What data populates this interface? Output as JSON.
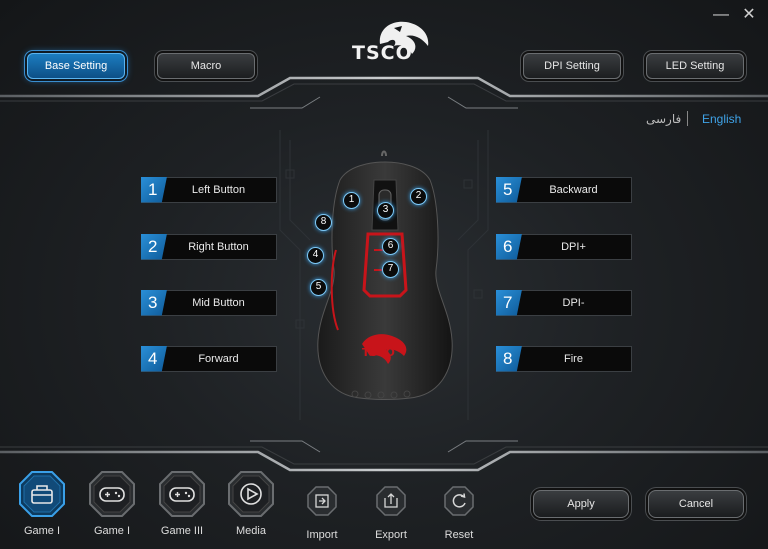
{
  "window": {
    "minimize_label": "—",
    "close_label": "✕"
  },
  "brand": {
    "logo_text": "TSCO"
  },
  "top_nav": [
    {
      "label": "Base Setting",
      "active": true
    },
    {
      "label": "Macro",
      "active": false
    },
    {
      "label": "DPI Setting",
      "active": false
    },
    {
      "label": "LED Setting",
      "active": false
    }
  ],
  "language": {
    "persian": "فارسی",
    "english": "English",
    "selected": "English"
  },
  "buttons_left": [
    {
      "number": "1",
      "label": "Left Button"
    },
    {
      "number": "2",
      "label": "Right Button"
    },
    {
      "number": "3",
      "label": "Mid Button"
    },
    {
      "number": "4",
      "label": "Forward"
    }
  ],
  "buttons_right": [
    {
      "number": "5",
      "label": "Backward"
    },
    {
      "number": "6",
      "label": "DPI+"
    },
    {
      "number": "7",
      "label": "DPI-"
    },
    {
      "number": "8",
      "label": "Fire"
    }
  ],
  "mouse_hotspots": [
    "1",
    "2",
    "3",
    "4",
    "5",
    "6",
    "7",
    "8"
  ],
  "profiles": [
    {
      "label": "Game I",
      "icon": "toolbox-icon",
      "active": true
    },
    {
      "label": "Game I",
      "icon": "gamepad-icon",
      "active": false
    },
    {
      "label": "Game III",
      "icon": "gamepad-icon",
      "active": false
    },
    {
      "label": "Media",
      "icon": "play-icon",
      "active": false
    }
  ],
  "file_actions": [
    {
      "label": "Import",
      "icon": "import-icon"
    },
    {
      "label": "Export",
      "icon": "export-icon"
    },
    {
      "label": "Reset",
      "icon": "reset-icon"
    }
  ],
  "actions": {
    "apply": "Apply",
    "cancel": "Cancel"
  },
  "colors": {
    "accent": "#1f86d0",
    "mouse_accent": "#c8141a",
    "background": "#1e2124"
  }
}
